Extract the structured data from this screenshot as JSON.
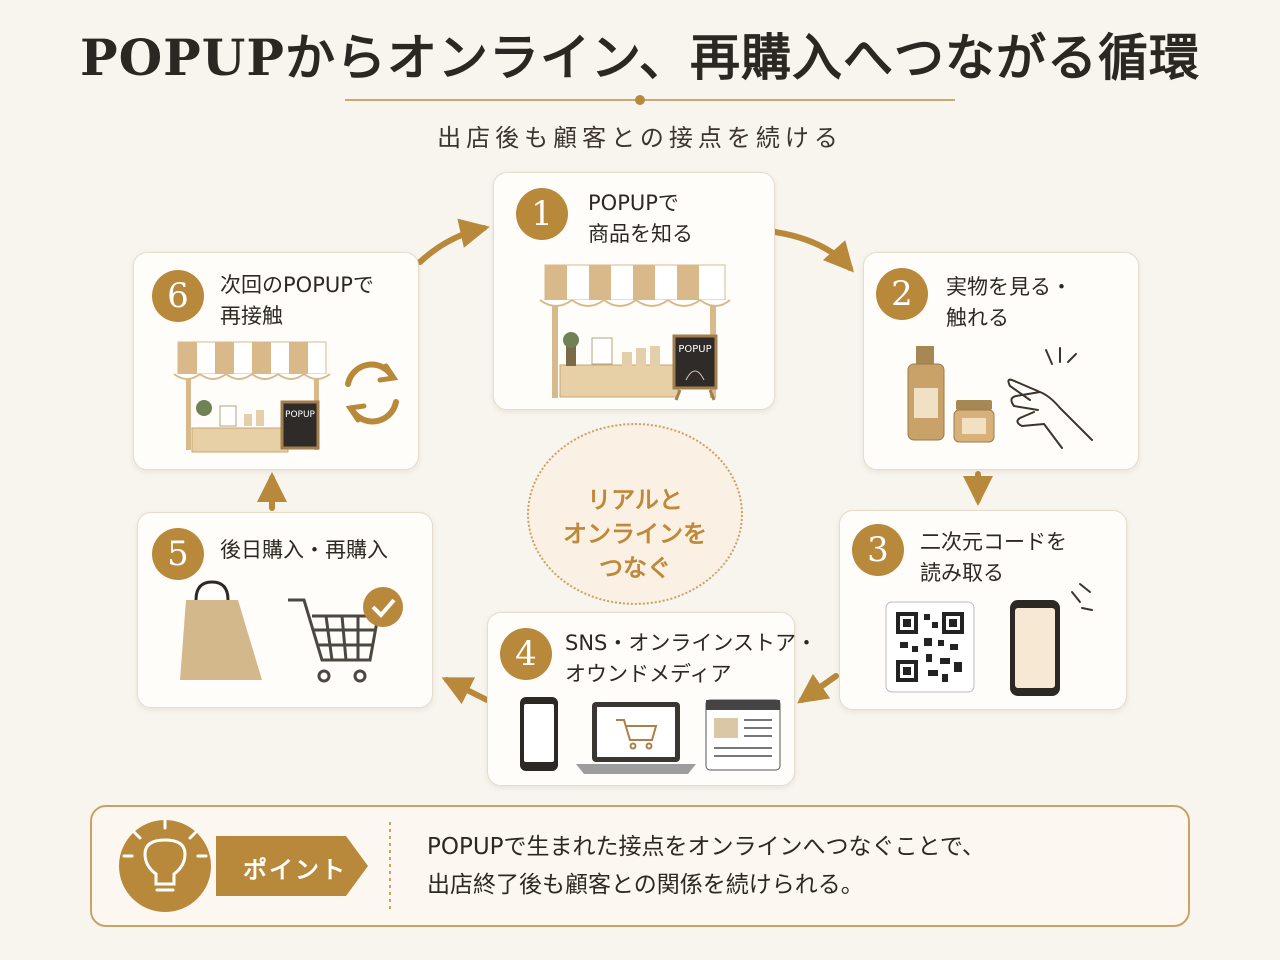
{
  "title": "POPUPからオンライン、再購入へつながる循環",
  "subtitle": "出店後も顧客との接点を続ける",
  "steps": [
    {
      "num": "1",
      "line1": "POPUPで",
      "line2": "商品を知る"
    },
    {
      "num": "2",
      "line1": "実物を見る・",
      "line2": "触れる"
    },
    {
      "num": "3",
      "line1": "二次元コードを",
      "line2": "読み取る"
    },
    {
      "num": "4",
      "line1": "SNS・オンラインストア・",
      "line2": "オウンドメディア"
    },
    {
      "num": "5",
      "line1": "後日購入・再購入",
      "line2": ""
    },
    {
      "num": "6",
      "line1": "次回のPOPUPで",
      "line2": "再接触"
    }
  ],
  "signs": {
    "large": "POPUP",
    "small": "POPUP"
  },
  "center": {
    "line1": "リアルと",
    "line2": "オンラインを",
    "line3": "つなぐ"
  },
  "point": {
    "label": "ポイント",
    "line1": "POPUPで生まれた接点をオンラインへつなぐことで、",
    "line2": "出店終了後も顧客との関係を続けられる。"
  },
  "colors": {
    "accent": "#b8893b",
    "background": "#f8f5ef",
    "card": "#fffdfa"
  }
}
